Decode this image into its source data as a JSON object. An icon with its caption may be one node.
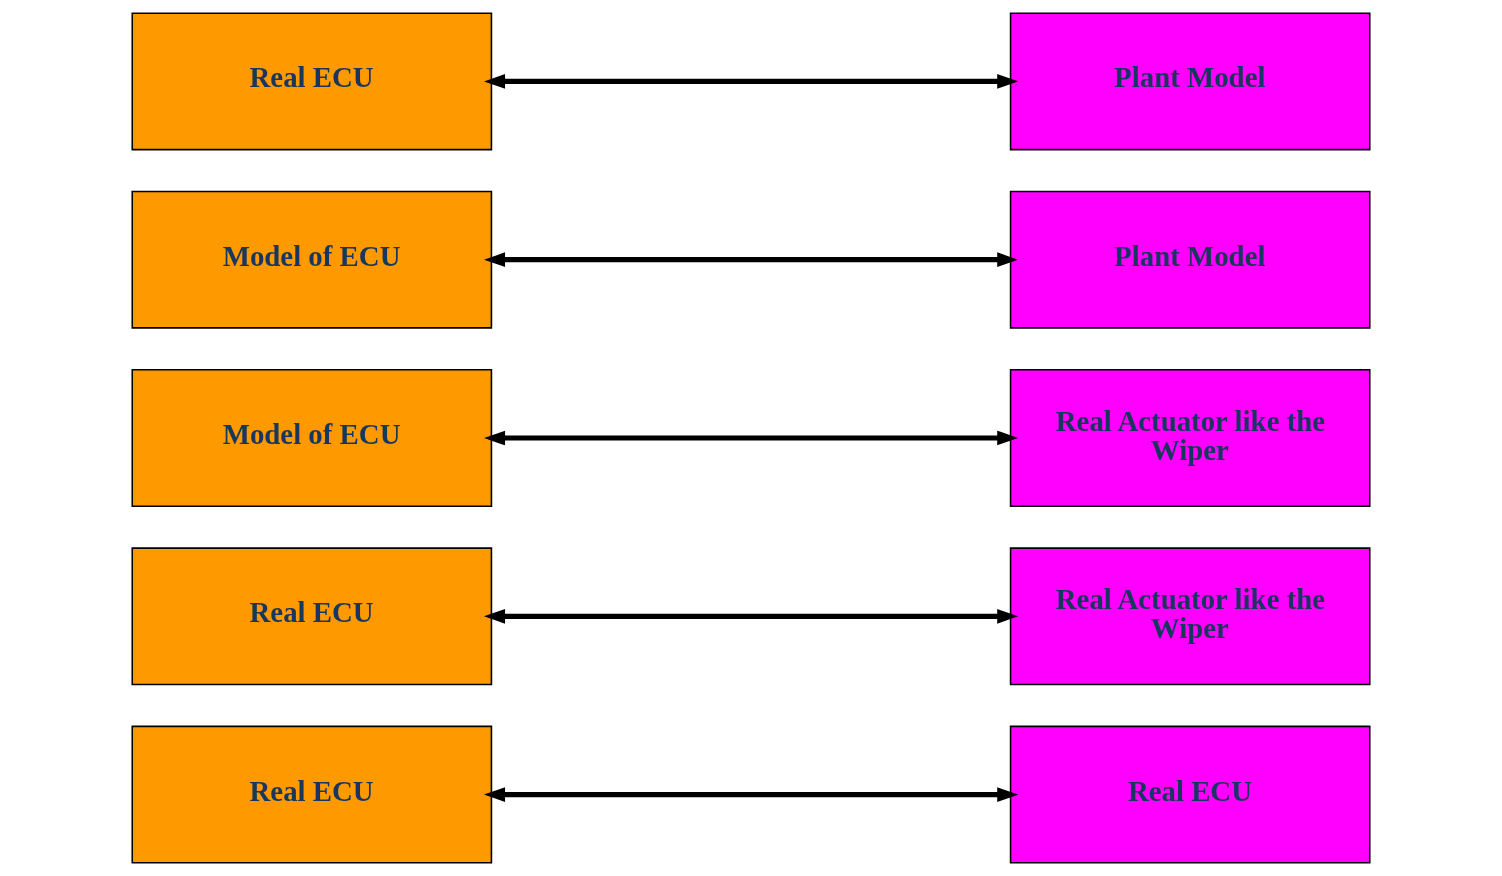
{
  "diagram": {
    "nodes": [
      {
        "text": [
          "Real ECU"
        ]
      },
      {
        "text": [
          "Plant Model"
        ]
      },
      {
        "text": [
          "Model of ECU"
        ]
      },
      {
        "text": [
          "Plant Model"
        ]
      },
      {
        "text": [
          "Model of ECU"
        ]
      },
      {
        "text": [
          "Real Actuator like the Wiper"
        ]
      },
      {
        "text": [
          "Real ECU"
        ]
      },
      {
        "text": [
          "Real Actuator like the Wiper"
        ]
      },
      {
        "text": [
          "Real ECU"
        ]
      },
      {
        "text": [
          "Real ECU"
        ]
      }
    ],
    "edges": [
      {
        "from": 0,
        "to": 1,
        "arrow": "both"
      },
      {
        "from": 2,
        "to": 3,
        "arrow": "both"
      },
      {
        "from": 4,
        "to": 5,
        "arrow": "both"
      },
      {
        "from": 6,
        "to": 7,
        "arrow": "both"
      },
      {
        "from": 8,
        "to": 9,
        "arrow": "both"
      }
    ]
  }
}
